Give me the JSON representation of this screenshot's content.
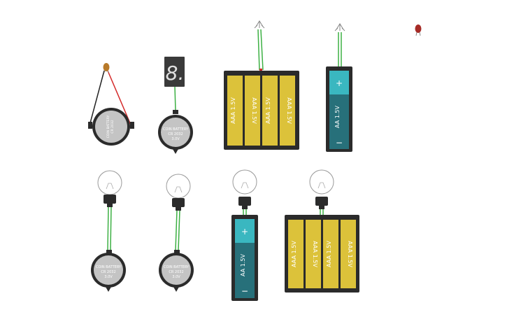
{
  "canvas": {
    "background": "#ffffff"
  },
  "colors": {
    "wire_green": "#3cb043",
    "wire_red": "#d42a2a",
    "wire_black": "#222222",
    "aaa_yellow": "#dcc23a",
    "aa_teal": "#3ab7c0",
    "holder_black": "#2b2b2b",
    "coin_silver": "#c4c4c4",
    "led_red": "#a62b26",
    "led_amber": "#b87a2a"
  },
  "components": {
    "aaa_label": "AAA 1.5V",
    "aa_label": "AA 1.5V",
    "coin_label_1": "COIN BATTERY",
    "coin_label_2": "CR 2032",
    "coin_label_3": "3.0V",
    "plus_sign": "+",
    "minus_sign": "−",
    "seven_seg_digit": "8."
  },
  "icons": [
    "led-icon",
    "bulb-icon",
    "coin-battery-icon",
    "battery-pack-icon",
    "seven-segment-icon"
  ]
}
